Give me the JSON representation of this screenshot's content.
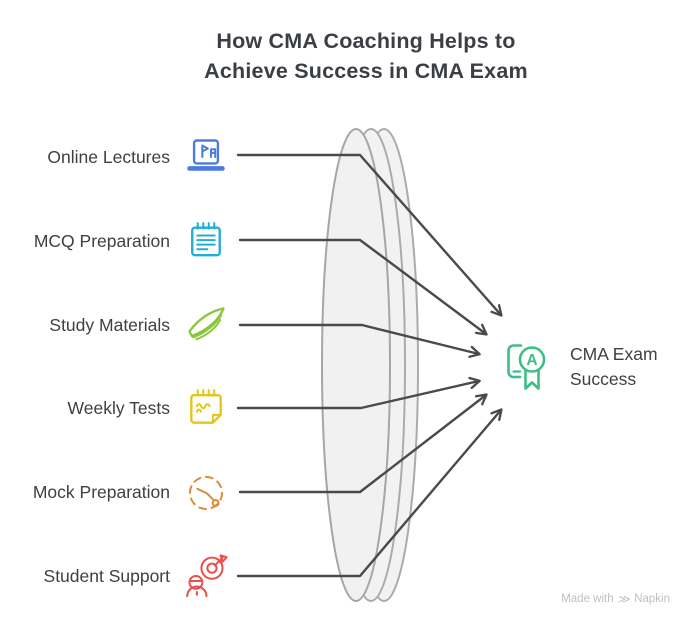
{
  "title": {
    "line1": "How CMA Coaching Helps to",
    "line2": "Achieve Success in CMA Exam"
  },
  "items": [
    {
      "label": "Online Lectures",
      "icon": "laptop-lecture-icon",
      "color": "#4A7CE0"
    },
    {
      "label": "MCQ Preparation",
      "icon": "notepad-lines-icon",
      "color": "#21AED3"
    },
    {
      "label": "Study Materials",
      "icon": "fanned-pages-icon",
      "color": "#8CC63F"
    },
    {
      "label": "Weekly Tests",
      "icon": "test-notepad-icon",
      "color": "#E4C51C"
    },
    {
      "label": "Mock Preparation",
      "icon": "dashed-clock-icon",
      "color": "#DC8B3E"
    },
    {
      "label": "Student Support",
      "icon": "student-target-icon",
      "color": "#E8504E"
    }
  ],
  "result": {
    "label_line1": "CMA Exam",
    "label_line2": "Success",
    "icon": "book-medal-icon",
    "medal_letter": "A",
    "color": "#3EBE86"
  },
  "watermark": {
    "prefix": "Made with",
    "glyph": "≫",
    "brand": "Napkin"
  },
  "colors": {
    "connector": "#4A4A4A",
    "lens_fill": "#F2F2F2",
    "lens_stroke": "#ABABAB",
    "title_text": "#3B3E45",
    "label_text": "#3D4045",
    "watermark_text": "#BFBFBF"
  }
}
